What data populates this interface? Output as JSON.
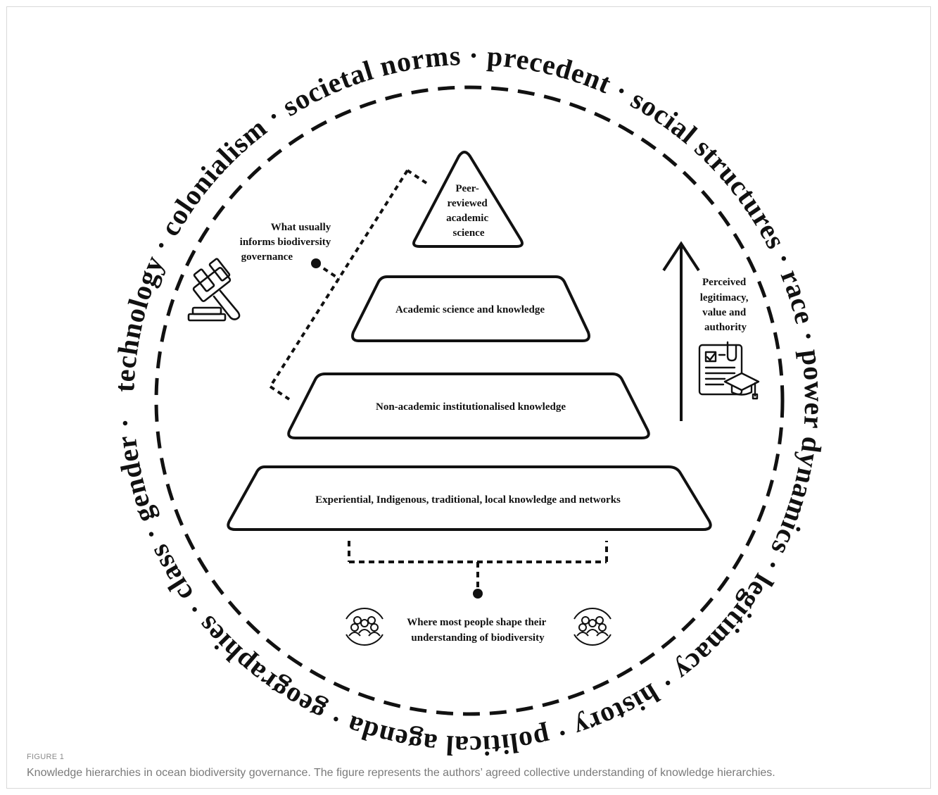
{
  "ring_terms": "technology · colonialism · societal norms · precedent · social structures · race · power dynamics · legitimacy · history · political agenda · geographies · class · gender ·",
  "tiers": {
    "top": [
      "Peer-",
      "reviewed",
      "academic",
      "science"
    ],
    "second": "Academic science and knowledge",
    "third": "Non-academic institutionalised knowledge",
    "base": "Experiential, Indigenous, traditional, local knowledge and networks"
  },
  "notes": {
    "governance": [
      "What usually",
      "informs biodiversity",
      "governance"
    ],
    "legitimacy": [
      "Perceived",
      "legitimacy,",
      "value and",
      "authority"
    ],
    "people": [
      "Where most people shape their",
      "understanding of biodiversity"
    ]
  },
  "icons": [
    "gavel-icon",
    "document-certificate-icon",
    "people-group-icon",
    "people-group-icon"
  ],
  "caption": {
    "label": "FIGURE 1",
    "text": "Knowledge hierarchies in ocean biodiversity governance. The figure represents the authors’ agreed collective understanding of knowledge hierarchies."
  }
}
